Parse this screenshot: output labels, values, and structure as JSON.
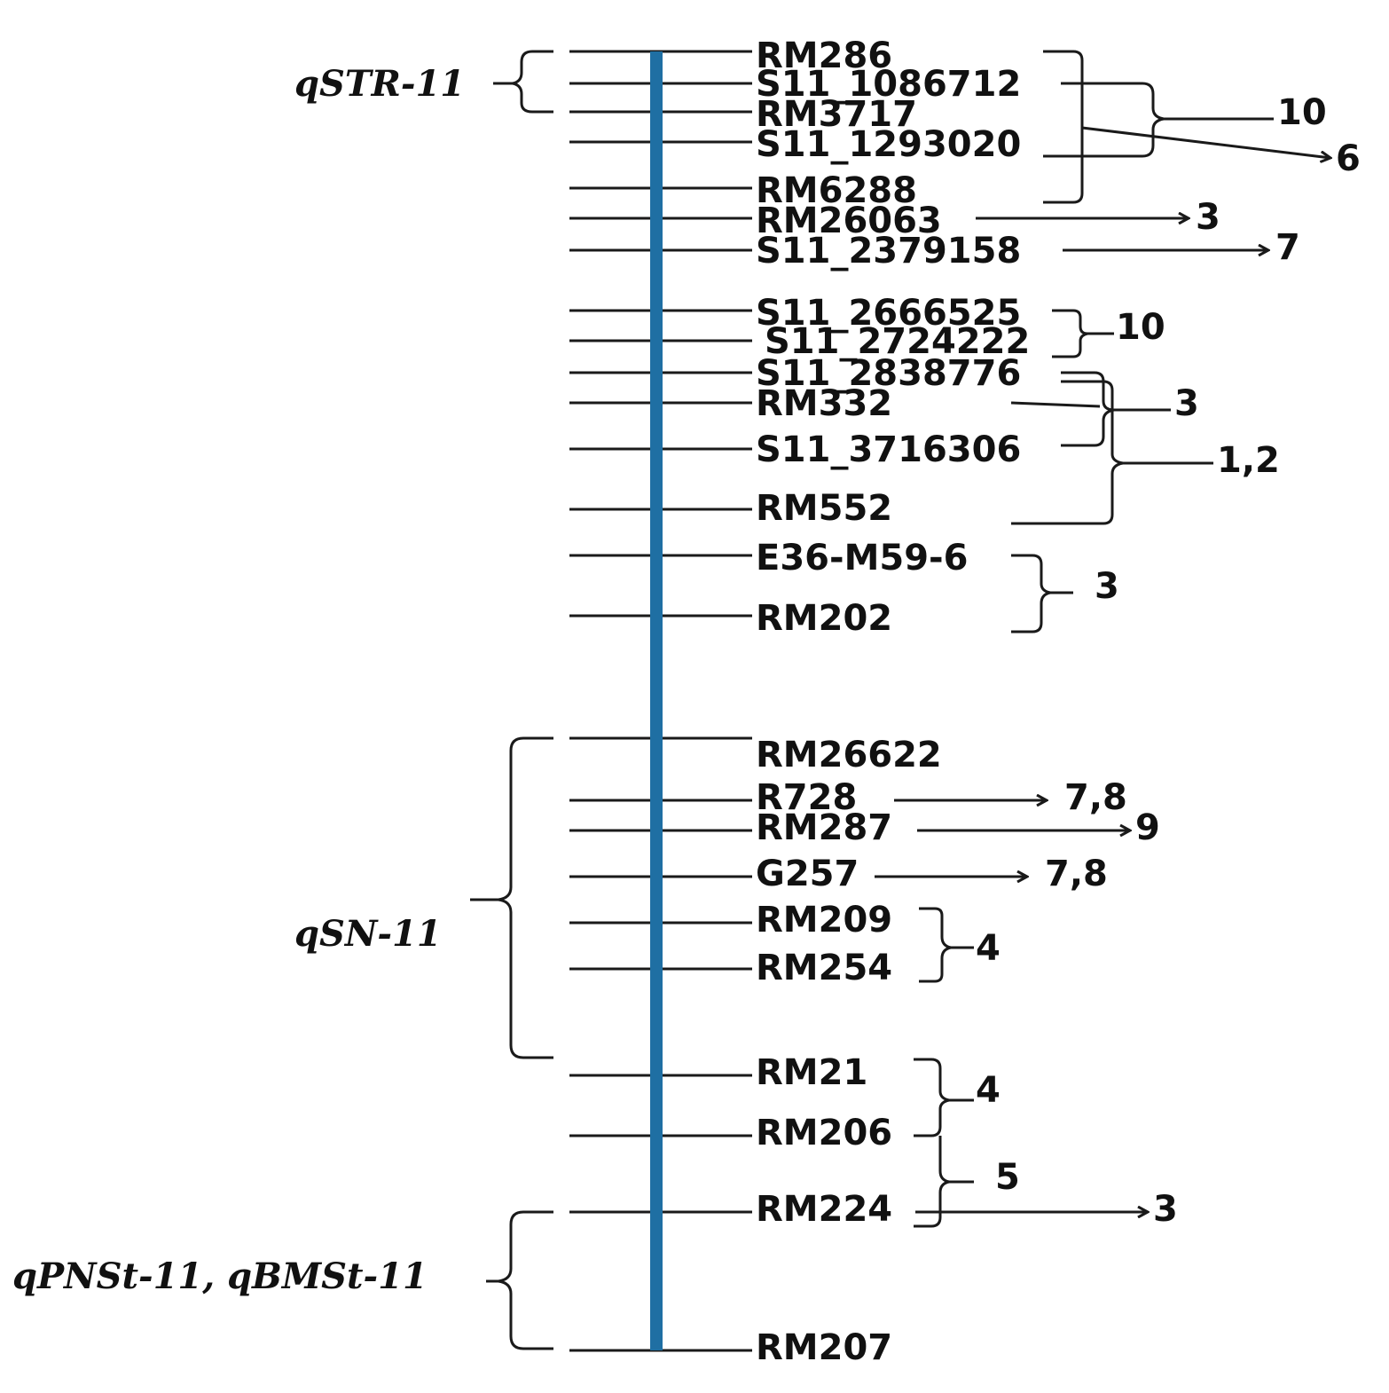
{
  "chromosome_color": "#1f6fa3",
  "markers": [
    {
      "name": "RM286"
    },
    {
      "name": "S11_1086712"
    },
    {
      "name": "RM3717"
    },
    {
      "name": "S11_1293020"
    },
    {
      "name": "RM6288"
    },
    {
      "name": "RM26063"
    },
    {
      "name": "S11_2379158"
    },
    {
      "name": "S11_2666525"
    },
    {
      "name": "S11_2724222"
    },
    {
      "name": "S11_2838776"
    },
    {
      "name": "RM332"
    },
    {
      "name": "S11_3716306"
    },
    {
      "name": "RM552"
    },
    {
      "name": "E36-M59-6"
    },
    {
      "name": "RM202"
    },
    {
      "name": "RM26622"
    },
    {
      "name": "R728"
    },
    {
      "name": "RM287"
    },
    {
      "name": "G257"
    },
    {
      "name": "RM209"
    },
    {
      "name": "RM254"
    },
    {
      "name": "RM21"
    },
    {
      "name": "RM206"
    },
    {
      "name": "RM224"
    },
    {
      "name": "RM207"
    }
  ],
  "qtls": [
    {
      "label": "qSTR-11"
    },
    {
      "label": "qSN-11"
    },
    {
      "label": "qPNSt-11, qBMSt-11"
    }
  ],
  "references": [
    {
      "label": "10"
    },
    {
      "label": "6"
    },
    {
      "label": "3"
    },
    {
      "label": "7"
    },
    {
      "label": "10"
    },
    {
      "label": "3"
    },
    {
      "label": "1,2"
    },
    {
      "label": "3"
    },
    {
      "label": "7,8"
    },
    {
      "label": "9"
    },
    {
      "label": "7,8"
    },
    {
      "label": "4"
    },
    {
      "label": "4"
    },
    {
      "label": "5"
    },
    {
      "label": "3"
    }
  ]
}
